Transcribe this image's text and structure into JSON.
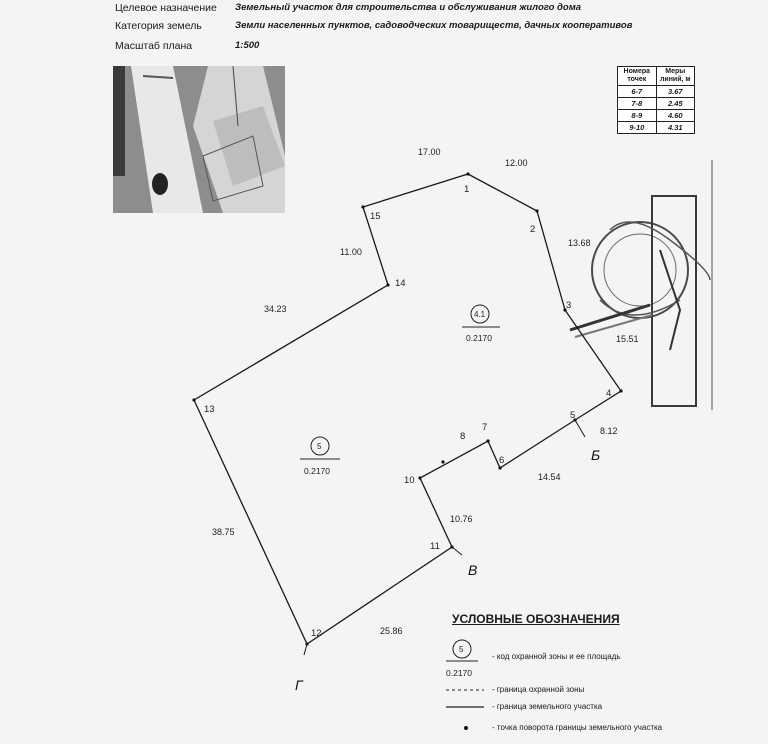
{
  "header": {
    "rows": [
      {
        "key": "Целевое назначение",
        "value": "Земельный участок для строительства и обслуживания жилого дома"
      },
      {
        "key": "Категория земель",
        "value": "Земли населенных пунктов, садоводческих товариществ, дачных кооперативов"
      },
      {
        "key": "Масштаб плана",
        "value": "1:500"
      }
    ]
  },
  "measure_table": {
    "headers": [
      "Номера точек",
      "Меры линий, м"
    ],
    "rows": [
      [
        "6-7",
        "3.67"
      ],
      [
        "7-8",
        "2.45"
      ],
      [
        "8-9",
        "4.60"
      ],
      [
        "9-10",
        "4.31"
      ]
    ]
  },
  "plan": {
    "points": [
      "1",
      "2",
      "3",
      "4",
      "5",
      "6",
      "7",
      "8",
      "10",
      "11",
      "12",
      "13",
      "14",
      "15"
    ],
    "lengths": [
      "17.00",
      "12.00",
      "13.68",
      "15.51",
      "8.12",
      "14.54",
      "10.76",
      "25.86",
      "38.75",
      "34.23",
      "11.00"
    ],
    "letters": [
      "Б",
      "В",
      "Г"
    ],
    "zones": [
      {
        "code": "4.1",
        "area": "0.2170"
      },
      {
        "code": "5",
        "area": "0.2170"
      }
    ]
  },
  "legend": {
    "title": "УСЛОВНЫЕ ОБОЗНАЧЕНИЯ",
    "code_sample": "5",
    "area_sample": "0.2170",
    "items": [
      "- код охранной зоны и ее площадь",
      "- граница охранной зоны",
      "- граница земельного участка",
      "- точка поворота границы земельного участка"
    ]
  },
  "colors": {
    "stamp": "#4a4a4a",
    "line": "#1a1a1a"
  }
}
